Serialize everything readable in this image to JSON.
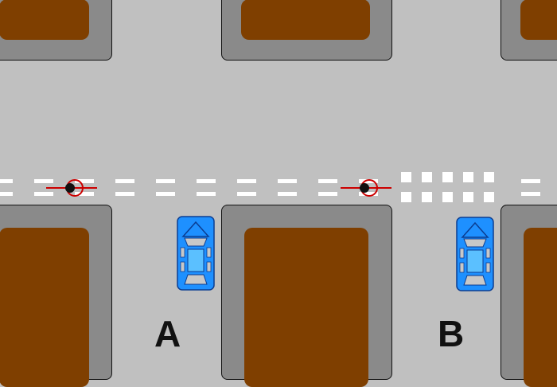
{
  "scene": {
    "labels": {
      "a": "A",
      "b": "B"
    },
    "colors": {
      "road": "#c0c0c0",
      "sidewalk": "#8a8a8a",
      "building": "#7f3f00",
      "lane_marking": "#ffffff",
      "car_body": "#1e90ff",
      "cyclist": "#cc0000"
    },
    "vehicles": [
      {
        "id": "car-a",
        "icon": "car-icon",
        "facing": "up"
      },
      {
        "id": "car-b",
        "icon": "car-icon",
        "facing": "up"
      }
    ],
    "cyclists": [
      {
        "id": "cyclist-left",
        "icon": "bicycle-icon",
        "facing": "right"
      },
      {
        "id": "cyclist-right",
        "icon": "bicycle-icon",
        "facing": "right"
      }
    ]
  }
}
